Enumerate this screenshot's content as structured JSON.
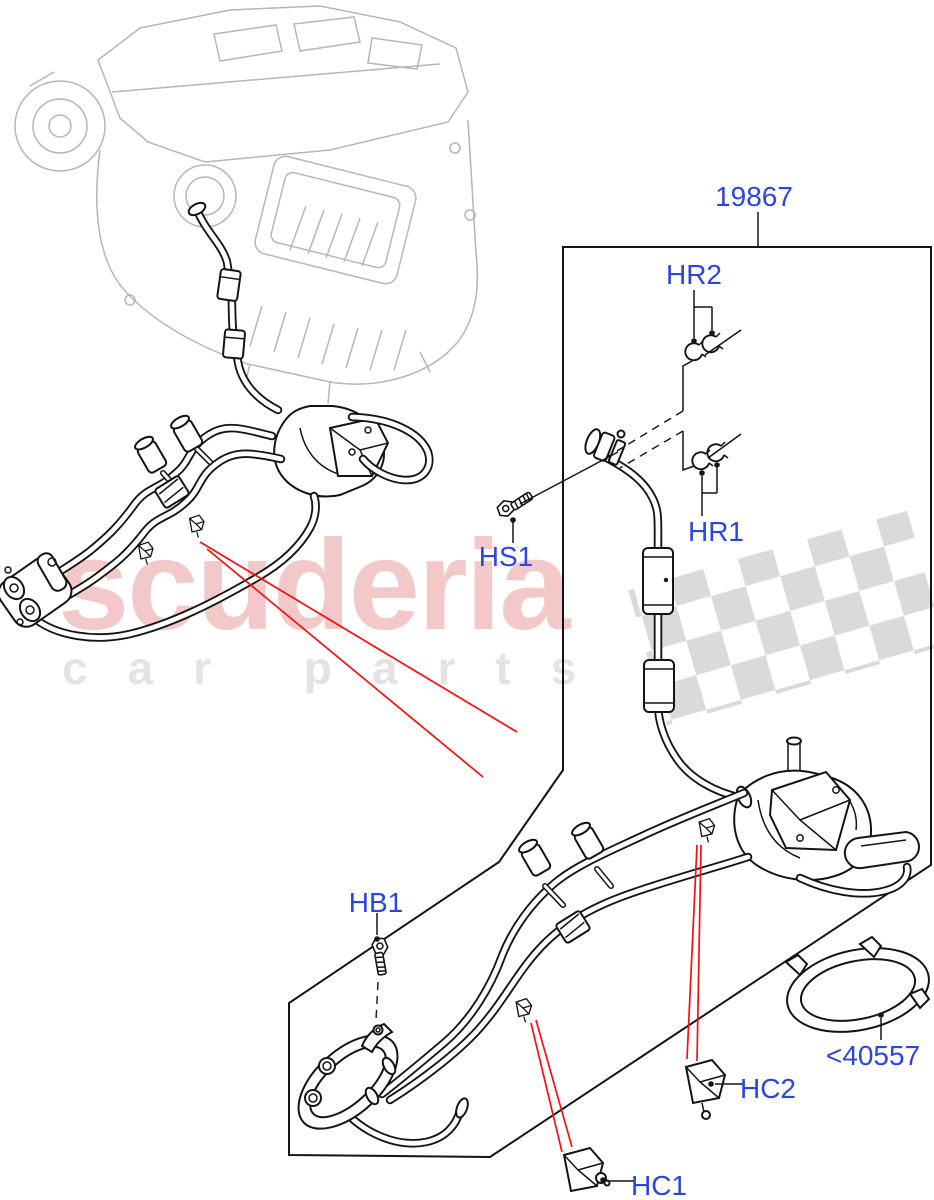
{
  "diagram": {
    "assembly_callout": "19867",
    "callouts": {
      "hr2": "HR2",
      "hr1": "HR1",
      "hs1": "HS1",
      "hb1": "HB1",
      "hc1": "HC1",
      "hc2": "HC2",
      "gasket": "<40557"
    }
  },
  "watermark": {
    "brand": "scuderia",
    "tagline": "car parts"
  },
  "colors": {
    "callout_blue": "#2a46dc",
    "leader_red": "#f50f0f",
    "line_ink": "#141414",
    "ghost_gray": "#b6b6b6",
    "watermark_pink": "#f3c8c8",
    "watermark_gray": "#e3e3e3",
    "flag_gray": "#dadada",
    "background": "#ffffff"
  }
}
